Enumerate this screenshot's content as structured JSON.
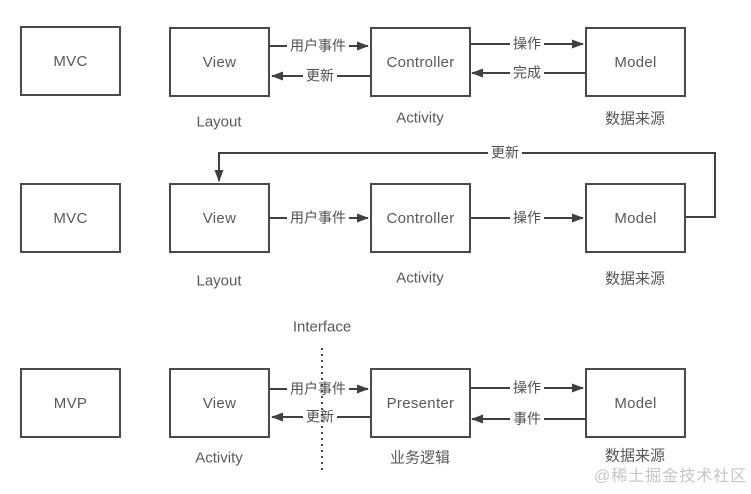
{
  "diagram1": {
    "pattern_label": "MVC",
    "box_view": "View",
    "box_controller": "Controller",
    "box_model": "Model",
    "caption_view": "Layout",
    "caption_controller": "Activity",
    "caption_model": "数据来源",
    "arrow_user_event": "用户事件",
    "arrow_update": "更新",
    "arrow_operate": "操作",
    "arrow_done": "完成"
  },
  "diagram2": {
    "pattern_label": "MVC",
    "box_view": "View",
    "box_controller": "Controller",
    "box_model": "Model",
    "caption_view": "Layout",
    "caption_controller": "Activity",
    "caption_model": "数据来源",
    "arrow_user_event": "用户事件",
    "arrow_operate": "操作",
    "arrow_feedback_update": "更新"
  },
  "diagram3": {
    "pattern_label": "MVP",
    "box_view": "View",
    "box_presenter": "Presenter",
    "box_model": "Model",
    "caption_view": "Activity",
    "caption_presenter": "业务逻辑",
    "caption_model": "数据来源",
    "arrow_user_event": "用户事件",
    "arrow_update": "更新",
    "arrow_operate": "操作",
    "arrow_event": "事件",
    "interface_label": "Interface"
  },
  "watermark": "@稀土掘金技术社区",
  "colors": {
    "border": "#4a4a4a",
    "line": "#404040",
    "text": "#595959",
    "watermark": "#c6c6c6",
    "background": "#ffffff"
  }
}
